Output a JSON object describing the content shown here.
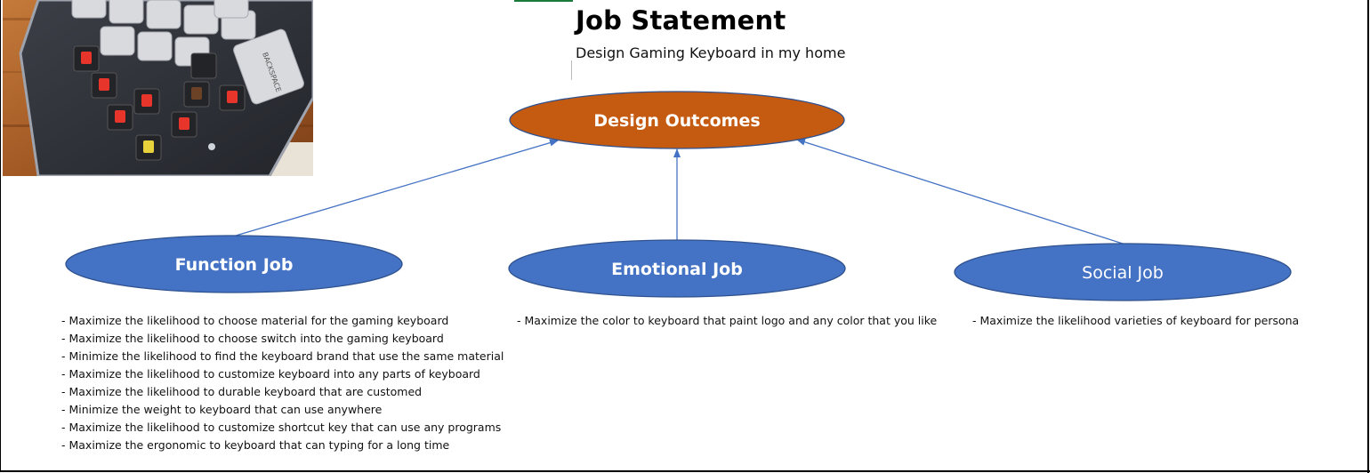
{
  "header": {
    "title": "Job Statement",
    "subtitle": "Design Gaming Keyboard in my home"
  },
  "diagram": {
    "center": {
      "label": "Design Outcomes",
      "color": "#c55a11"
    },
    "nodes": [
      {
        "label": "Function Job",
        "color": "#4472c4"
      },
      {
        "label": "Emotional Job",
        "color": "#4472c4"
      },
      {
        "label": "Social Job",
        "color": "#4472c4"
      }
    ],
    "arrow_color": "#4472c4"
  },
  "function_items": [
    "- Maximize the likelihood to choose material for the gaming keyboard",
    "- Maximize the likelihood to choose switch into the gaming keyboard",
    "- Minimize the likelihood to find the keyboard brand that use the same material",
    "- Maximize the likelihood to customize keyboard into any parts of keyboard",
    "- Maximize the likelihood to durable keyboard that are customed",
    "- Minimize the weight to keyboard that can use anywhere",
    "- Maximize the likelihood to customize shortcut key that can use any programs",
    "- Maximize the ergonomic to keyboard that can typing for a long time"
  ],
  "emotional_items": [
    "- Maximize the color to keyboard that paint logo and any color that you like"
  ],
  "social_items": [
    "- Maximize the likelihood varieties of keyboard for persona"
  ],
  "photo": {
    "icon": "mechanical-keyboard-photo",
    "key_label": "BACKSPACE"
  }
}
